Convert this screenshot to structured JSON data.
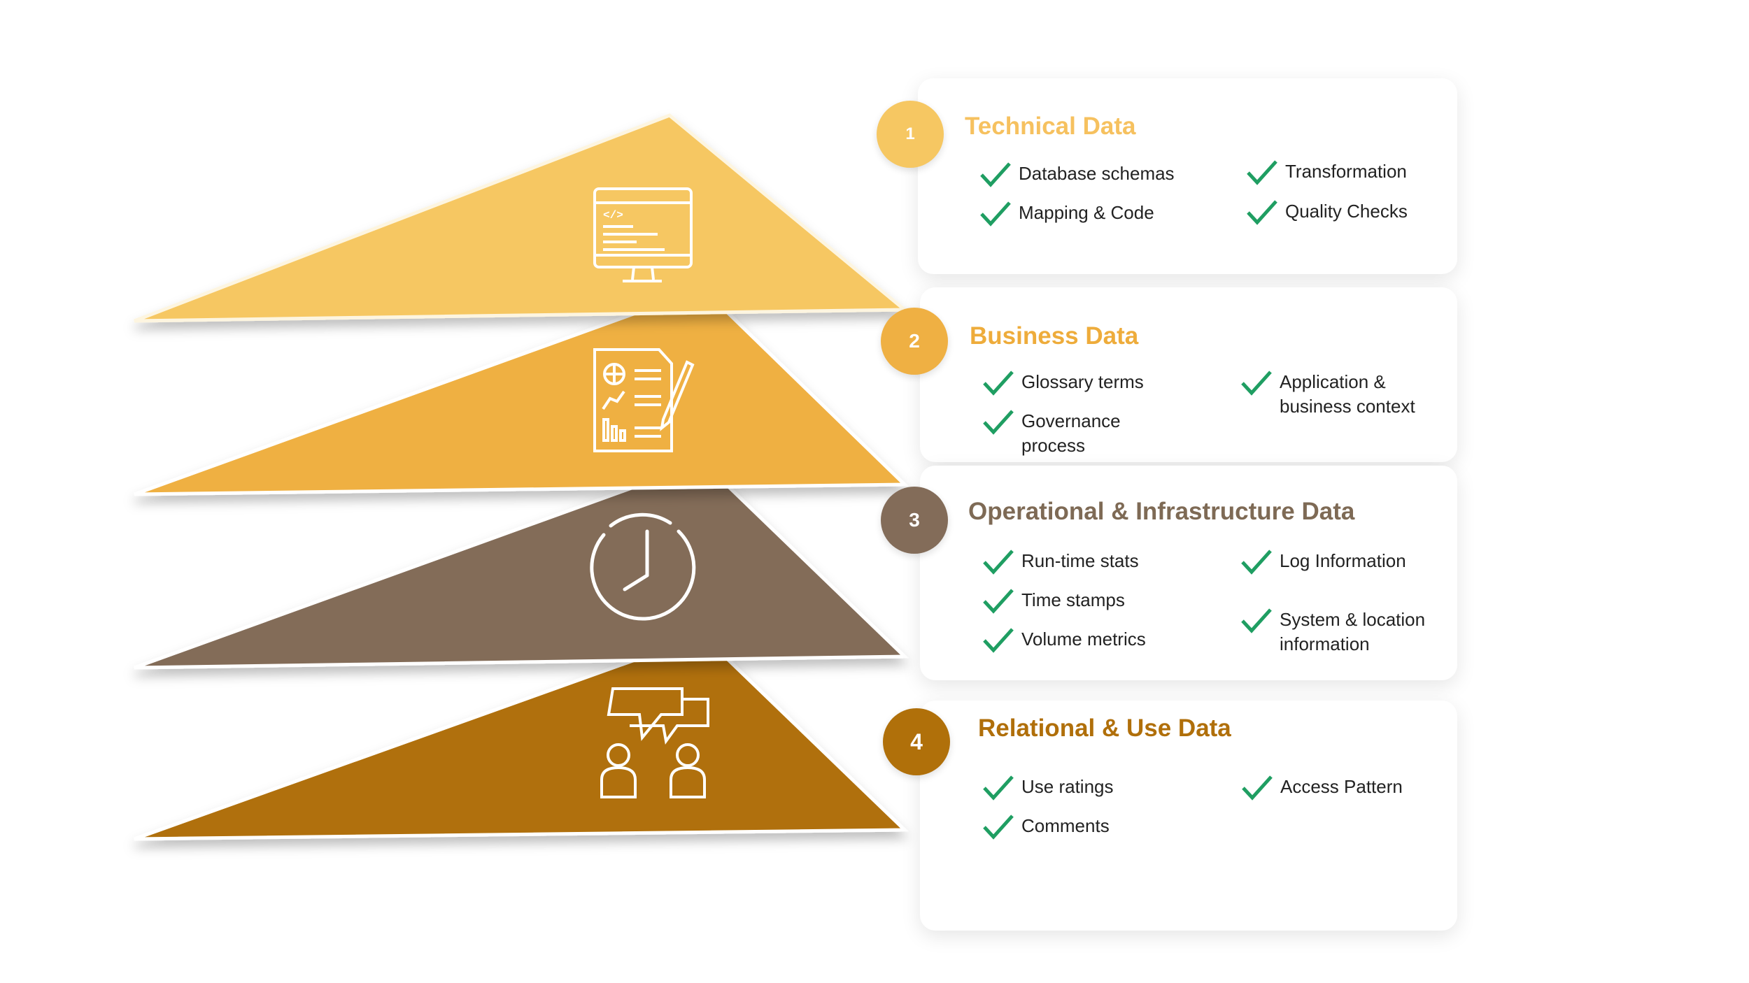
{
  "colors": {
    "layer1": "#f6c762",
    "layer2": "#efb043",
    "layer3": "#836c59",
    "layer4": "#b0700a",
    "check": "#1f9e62"
  },
  "sections": [
    {
      "number": "1",
      "title": "Technical Data",
      "icon": "monitor-code-icon",
      "col1": [
        "Database schemas",
        "Mapping & Code"
      ],
      "col2": [
        "Transformation",
        "Quality Checks"
      ]
    },
    {
      "number": "2",
      "title": "Business Data",
      "icon": "report-document-icon",
      "col1": [
        "Glossary terms",
        "Governance process"
      ],
      "col2": [
        "Application & business context"
      ]
    },
    {
      "number": "3",
      "title": "Operational & Infrastructure Data",
      "icon": "clock-icon",
      "col1": [
        "Run-time stats",
        "Time stamps",
        "Volume metrics"
      ],
      "col2": [
        "Log Information",
        "System & location information"
      ]
    },
    {
      "number": "4",
      "title": "Relational & Use Data",
      "icon": "people-chat-icon",
      "col1": [
        "Use ratings",
        "Comments"
      ],
      "col2": [
        "Access Pattern"
      ]
    }
  ]
}
